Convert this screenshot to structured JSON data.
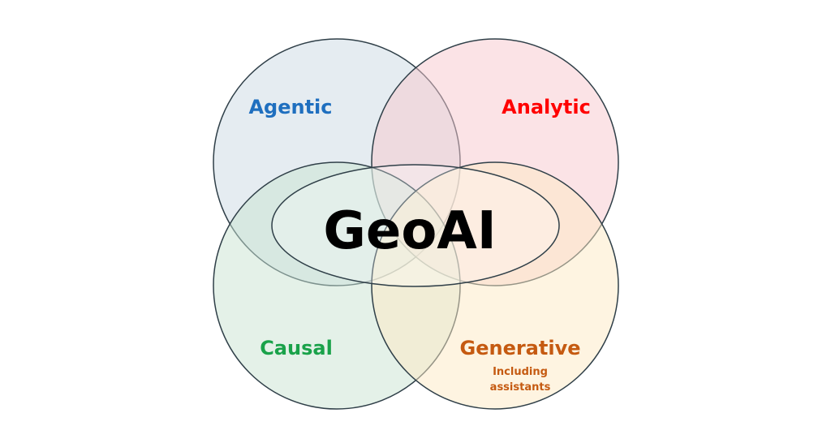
{
  "diagram": {
    "center": {
      "label": "GeoAI",
      "color": "#000000"
    },
    "sets": [
      {
        "id": "agentic",
        "label": "Agentic",
        "label_color": "#1f6fbf",
        "fill": "#ccd9e4"
      },
      {
        "id": "analytic",
        "label": "Analytic",
        "label_color": "#ff0000",
        "fill": "#f8c7cd"
      },
      {
        "id": "causal",
        "label": "Causal",
        "label_color": "#1aa24a",
        "fill": "#c9e4d2"
      },
      {
        "id": "generative",
        "label": "Generative",
        "label_color": "#c55a11",
        "fill": "#fde9c4",
        "sublabel": [
          "Including",
          "assistants"
        ]
      }
    ],
    "outline_color": "#2f3f48"
  }
}
